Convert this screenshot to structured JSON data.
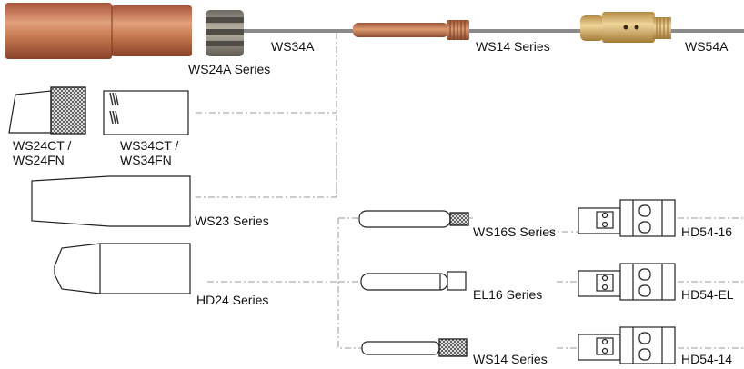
{
  "labels": {
    "ws34a": "WS34A",
    "ws24a": "WS24A Series",
    "ws14_top": "WS14 Series",
    "ws54a": "WS54A",
    "ws24ct": "WS24CT /",
    "ws24fn": "WS24FN",
    "ws34ct": "WS34CT /",
    "ws34fn": "WS34FN",
    "ws23": "WS23 Series",
    "hd24": "HD24 Series",
    "ws16s": "WS16S Series",
    "el16": "EL16 Series",
    "ws14_bottom": "WS14 Series",
    "hd54_16": "HD54-16",
    "hd54_el": "HD54-EL",
    "hd54_14": "HD54-14"
  },
  "colors": {
    "copper": "#c47a4e",
    "brass": "#d8b56a",
    "connector_gray": "#888888",
    "leader_line": "#9a9a9a"
  }
}
